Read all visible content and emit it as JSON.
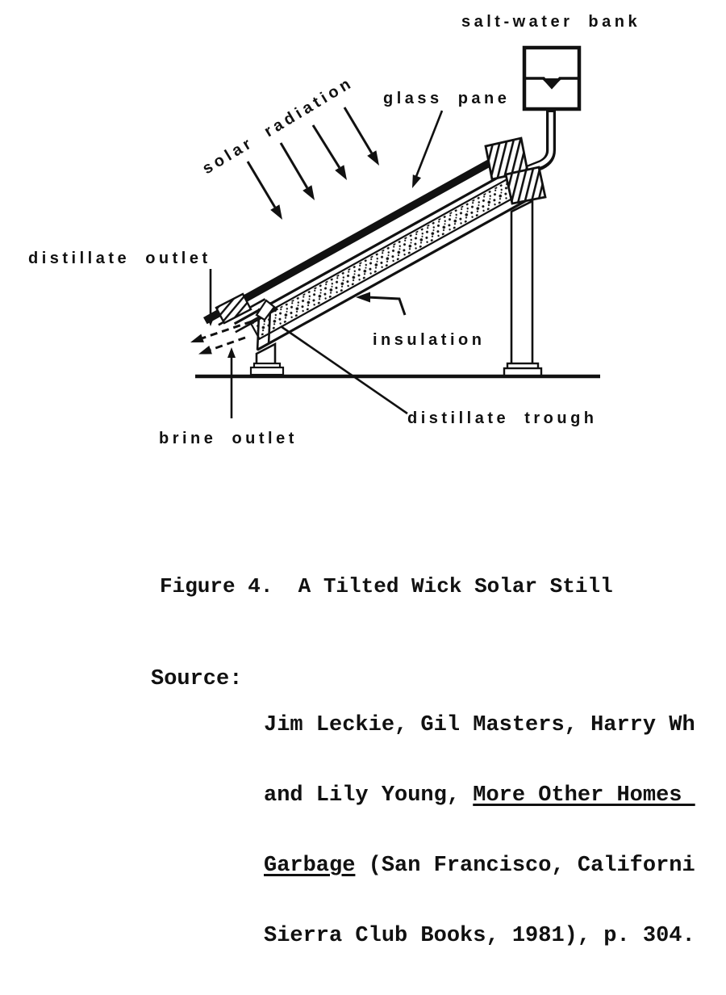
{
  "figure": {
    "labels": {
      "salt_water_bank": "salt-water bank",
      "glass_pane": "glass pane",
      "solar_radiation": "solar radiation",
      "distillate_outlet": "distillate outlet",
      "insulation": "insulation",
      "distillate_trough": "distillate trough",
      "brine_outlet": "brine outlet"
    },
    "caption": "Figure 4.  A Tilted Wick Solar Still",
    "source": {
      "label": "Source:",
      "line1": "Jim Leckie, Gil Masters, Harry Wh",
      "line2_pre": "and Lily Young, ",
      "line2_underlined": "More Other Homes ",
      "line3_underlined": "Garbage",
      "line3_post": " (San Francisco, Californi",
      "line4": "Sierra Club Books, 1981), p. 304."
    },
    "colors": {
      "ink": "#111111",
      "paper": "#ffffff"
    }
  }
}
